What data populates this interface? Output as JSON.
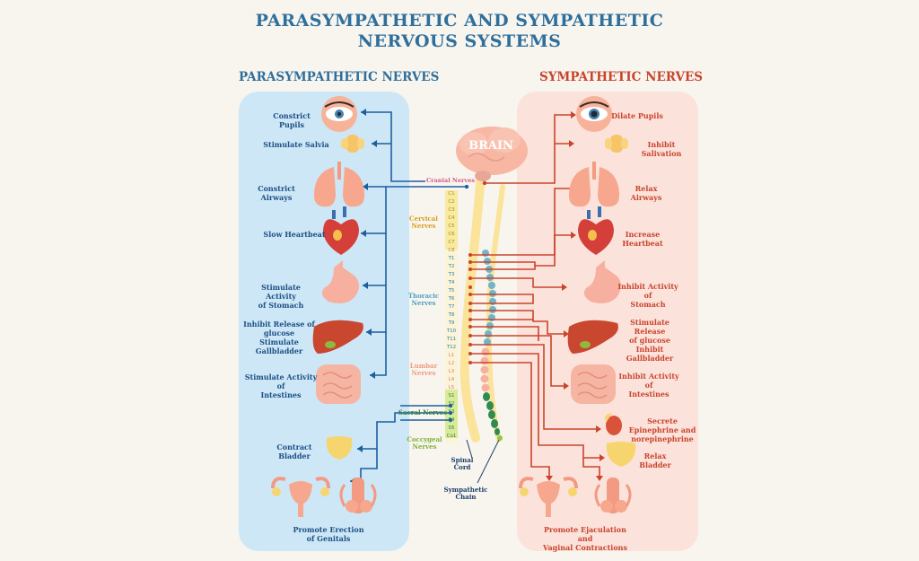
{
  "title": {
    "line1": "PARASYMPATHETIC AND SYMPATHETIC",
    "line2": "NERVOUS SYSTEMS"
  },
  "sections": {
    "left": "PARASYMPATHETIC NERVES",
    "right": "SYMPATHETIC NERVES"
  },
  "left_labels": [
    "Constrict Pupils",
    "Stimulate Salvia",
    "Constrict Airways",
    "Slow Heartbeat",
    "Stimulate Activity\nof Stomach",
    "Inhibit Release of\nglucose\nStimulate Gallbladder",
    "Stimulate Activity of\nIntestines",
    "Contract Bladder",
    "Promote Erection\nof Genitals"
  ],
  "right_labels": [
    "Dilate Pupils",
    "Inhibit Salivation",
    "Relax Airways",
    "Increase Heartbeat",
    "Inhibit Activity of\nStomach",
    "Stimulate Release\nof glucose\nInhibit Gallbladder",
    "Inhibit Activity of\nIntestines",
    "Secrete\nEpinephrine and\nnorepinephrine",
    "Relax Bladder",
    "Promote Ejaculation and\nVaginal Contractions"
  ],
  "center": {
    "brain": "BRAIN",
    "cranial": "Cranial Nerves",
    "cervical": "Cervical\nNerves",
    "thoracic": "Thoracic\nNerves",
    "lumbar": "Lumbar\nNerves",
    "sacral": "Sacral Nerves",
    "coccygeal": "Coccygeal\nNerves",
    "spinal_cord": "Spinal\nCord",
    "sympathetic_chain": "Sympathetic\nChain"
  },
  "vertebrae": [
    "C1",
    "C2",
    "C3",
    "C4",
    "C5",
    "C6",
    "C7",
    "C8",
    "T1",
    "T2",
    "T3",
    "T4",
    "T5",
    "T6",
    "T7",
    "T8",
    "T9",
    "T10",
    "T11",
    "T12",
    "L1",
    "L2",
    "L3",
    "L4",
    "L5",
    "S1",
    "S2",
    "S3",
    "S4",
    "S5",
    "Co1"
  ],
  "colors": {
    "para": "#1d5f9e",
    "symp": "#c9442c",
    "left_panel": "#cde7f6",
    "right_panel": "#fbe3dc",
    "title": "#2f6f9c"
  },
  "icons": [
    "eye-icon",
    "salivary-gland-icon",
    "lungs-icon",
    "heart-icon",
    "stomach-icon",
    "liver-icon",
    "intestines-icon",
    "bladder-icon",
    "female-genitals-icon",
    "male-genitals-icon",
    "kidney-icon",
    "brain-icon"
  ]
}
